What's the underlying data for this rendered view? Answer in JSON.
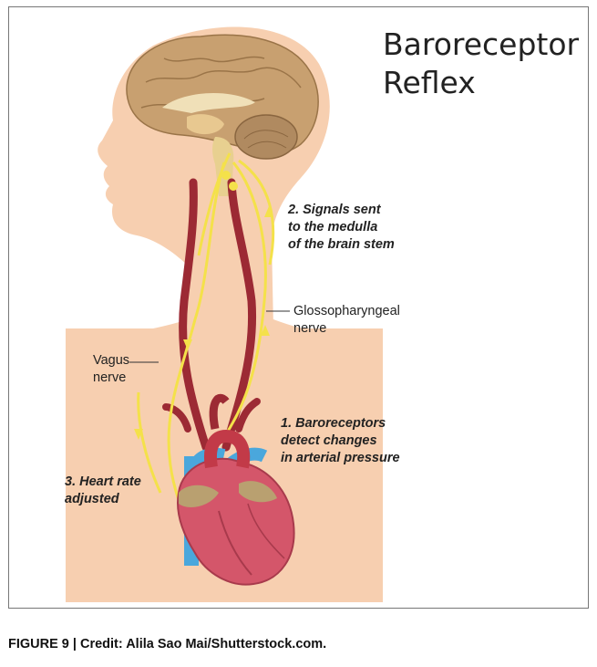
{
  "title": {
    "line1": "Baroreceptor",
    "line2": "Reflex"
  },
  "labels": {
    "step2": [
      "2. Signals sent",
      "to the medulla",
      "of the brain stem"
    ],
    "glosso": [
      "Glossopharyngeal",
      "nerve"
    ],
    "vagus": [
      "Vagus",
      "nerve"
    ],
    "step1": [
      "1. Baroreceptors",
      "detect changes",
      "in arterial pressure"
    ],
    "step3": [
      "3. Heart rate",
      "adjusted"
    ]
  },
  "caption": "FIGURE 9 | Credit: Alila Sao Mai/Shutterstock.com.",
  "colors": {
    "skin": "#f7cfb0",
    "brain": "#c8a070",
    "artery": "#9c2a34",
    "nerve": "#f4e14a",
    "heart": "#d4566a",
    "vein": "#4aa7dc"
  }
}
